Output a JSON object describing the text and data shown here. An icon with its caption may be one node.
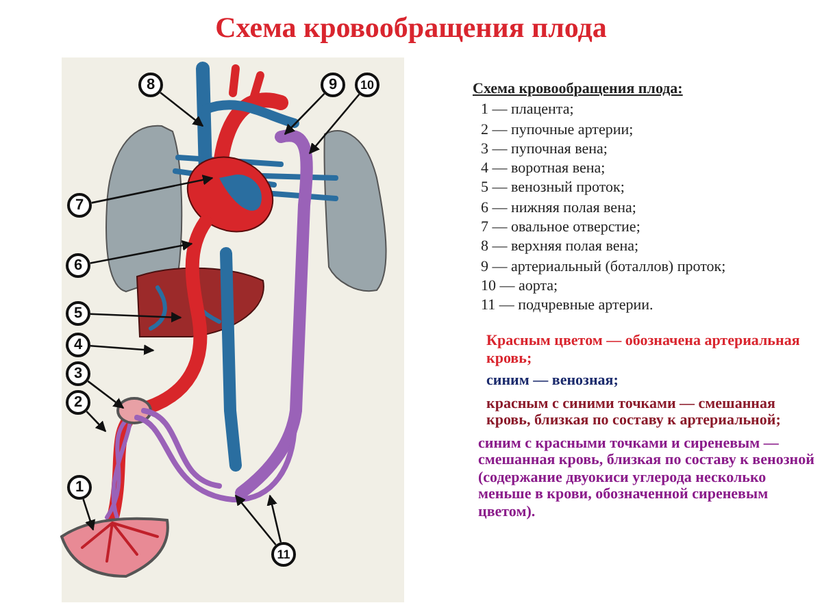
{
  "diagram": {
    "title": "Схема кровообращения плода",
    "nodes": [
      {
        "text": [
          "8"
        ]
      },
      {
        "text": [
          "9"
        ]
      },
      {
        "text": [
          "10"
        ]
      },
      {
        "text": [
          "7"
        ]
      },
      {
        "text": [
          "6"
        ]
      },
      {
        "text": [
          "5"
        ]
      },
      {
        "text": [
          "4"
        ]
      },
      {
        "text": [
          "3"
        ]
      },
      {
        "text": [
          "2"
        ]
      },
      {
        "text": [
          "1"
        ]
      },
      {
        "text": [
          "11"
        ]
      }
    ],
    "edges": [
      {
        "from": 0,
        "to": null,
        "arrow": "to"
      },
      {
        "from": 1,
        "to": null,
        "arrow": "to"
      },
      {
        "from": 2,
        "to": null,
        "arrow": "to"
      },
      {
        "from": 3,
        "to": null,
        "arrow": "to"
      },
      {
        "from": 4,
        "to": null,
        "arrow": "to"
      },
      {
        "from": 5,
        "to": null,
        "arrow": "to"
      },
      {
        "from": 6,
        "to": null,
        "arrow": "to"
      },
      {
        "from": 7,
        "to": null,
        "arrow": "to"
      },
      {
        "from": 8,
        "to": null,
        "arrow": "to"
      },
      {
        "from": 9,
        "to": null,
        "arrow": "to"
      },
      {
        "from": 10,
        "to": null,
        "arrow": "to"
      },
      {
        "from": 10,
        "to": null,
        "arrow": "to"
      }
    ],
    "labels": [
      "Схема кровообращения плода:",
      "1 — плацента;",
      "2 — пупочные артерии;",
      "3 — пупочная вена;",
      "4 — воротная вена;",
      "5 — венозный проток;",
      "6 — нижняя полая вена;",
      "7 — овальное отверстие;",
      "8 — верхняя полая вена;",
      "9 — артериальный (боталлов) проток;",
      "10 — аорта;",
      "11 — подчревные артерии.",
      "Красным цветом — обозначена артериальная кровь;",
      "синим — венозная;",
      "красным с синими точками — смешанная кровь, близкая по составу к артериальной;",
      "синим с красными точками и сиреневым — смешанная кровь, близкая по составу к венозной (содержание двуокиси углерода несколько меньше в крови, обозначенной сиреневым цветом)."
    ]
  }
}
